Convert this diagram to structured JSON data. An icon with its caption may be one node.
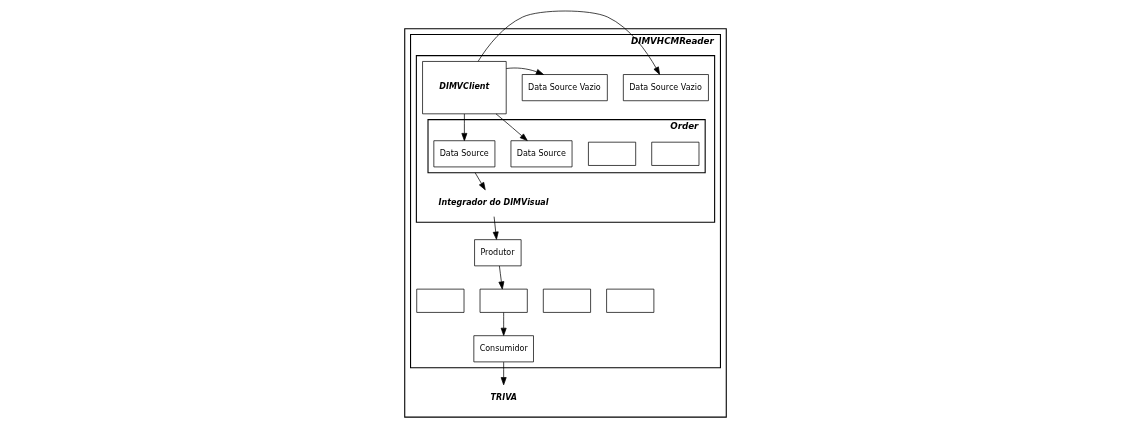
{
  "diagram": {
    "nodes": [
      {
        "text": [],
        "shape": "box"
      },
      {
        "text": [
          "DIMVHCMReader"
        ],
        "in": 0
      },
      {
        "text": [],
        "shape": "box",
        "in": 1
      },
      {
        "text": [
          "DIMVClient"
        ],
        "in": 2
      },
      {
        "text": [
          "Data Source Vazio"
        ],
        "in": 2
      },
      {
        "text": [
          "Data Source Vazio"
        ],
        "in": 2
      },
      {
        "text": [
          "Integrador do DIMVisual"
        ],
        "in": 2
      },
      {
        "text": [
          "Order"
        ],
        "in": 2
      },
      {
        "text": [
          "Data Source"
        ],
        "in": 7
      },
      {
        "text": [
          "Data Source"
        ],
        "in": 7
      },
      {
        "text": [],
        "shape": "box",
        "in": 7
      },
      {
        "text": [],
        "shape": "box",
        "in": 7
      },
      {
        "text": [
          "Produtor"
        ],
        "in": 1
      },
      {
        "text": [],
        "shape": "box",
        "in": 1
      },
      {
        "text": [],
        "shape": "box",
        "in": 1
      },
      {
        "text": [],
        "shape": "box",
        "in": 1
      },
      {
        "text": [],
        "shape": "box",
        "in": 1
      },
      {
        "text": [
          "Consumidor"
        ],
        "in": 1
      },
      {
        "text": [
          "TRIVA"
        ],
        "in": 0
      }
    ],
    "edges": [
      {
        "from": 3,
        "to": 4,
        "arrow": "to"
      },
      {
        "from": 3,
        "to": 5,
        "arrow": "to"
      },
      {
        "from": 3,
        "to": 8,
        "arrow": "to"
      },
      {
        "from": 3,
        "to": 9,
        "arrow": "to"
      },
      {
        "from": 7,
        "to": 6,
        "arrow": "to"
      },
      {
        "from": 6,
        "to": 12,
        "arrow": "to"
      },
      {
        "from": 12,
        "to": 14,
        "arrow": "to"
      },
      {
        "from": 14,
        "to": 17,
        "arrow": "to"
      },
      {
        "from": 17,
        "to": 18,
        "arrow": "to"
      }
    ]
  }
}
